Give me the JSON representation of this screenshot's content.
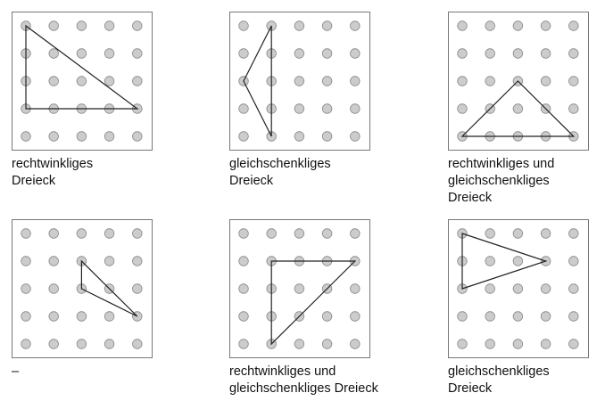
{
  "grid_size": 5,
  "colors": {
    "dot_fill": "#cccccc",
    "dot_stroke": "#888888",
    "frame": "#777777",
    "line": "#222222"
  },
  "panels": [
    {
      "label_lines": [
        "rechtwinkliges",
        "Dreieck"
      ],
      "triangle": [
        [
          0,
          0
        ],
        [
          0,
          3
        ],
        [
          4,
          3
        ]
      ]
    },
    {
      "label_lines": [
        "gleichschenkliges",
        "Dreieck"
      ],
      "triangle": [
        [
          1,
          0
        ],
        [
          0,
          2
        ],
        [
          1,
          4
        ]
      ]
    },
    {
      "label_lines": [
        "rechtwinkliges und",
        "gleichschenkliges",
        "Dreieck"
      ],
      "triangle": [
        [
          2,
          2
        ],
        [
          0,
          4
        ],
        [
          4,
          4
        ]
      ]
    },
    {
      "label_lines": [
        "–"
      ],
      "triangle": [
        [
          2,
          1
        ],
        [
          2,
          2
        ],
        [
          4,
          3
        ]
      ]
    },
    {
      "label_lines": [
        "rechtwinkliges und",
        "gleichschenkliges Dreieck"
      ],
      "triangle": [
        [
          1,
          1
        ],
        [
          4,
          1
        ],
        [
          1,
          4
        ]
      ]
    },
    {
      "label_lines": [
        "gleichschenkliges",
        "Dreieck"
      ],
      "triangle": [
        [
          0,
          0
        ],
        [
          3,
          1
        ],
        [
          0,
          2
        ]
      ]
    }
  ]
}
